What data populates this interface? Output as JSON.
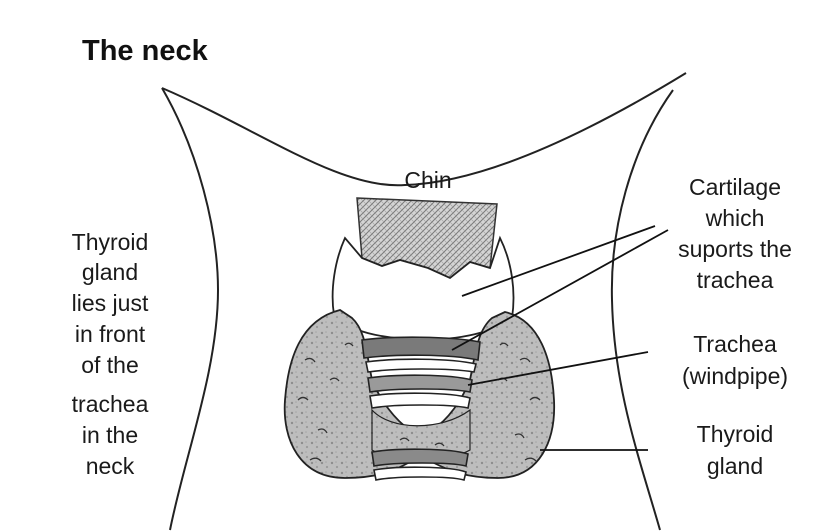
{
  "title": "The neck",
  "labels": {
    "chin": "Chin",
    "side_note": [
      "Thyroid",
      "gland",
      "lies just",
      "in front",
      "of the",
      "trachea",
      "in the",
      "neck"
    ],
    "cartilage": [
      "Cartilage",
      "which",
      "suports the",
      "trachea"
    ],
    "trachea": [
      "Trachea",
      "(windpipe)"
    ],
    "thyroid": [
      "Thyroid",
      "gland"
    ]
  }
}
